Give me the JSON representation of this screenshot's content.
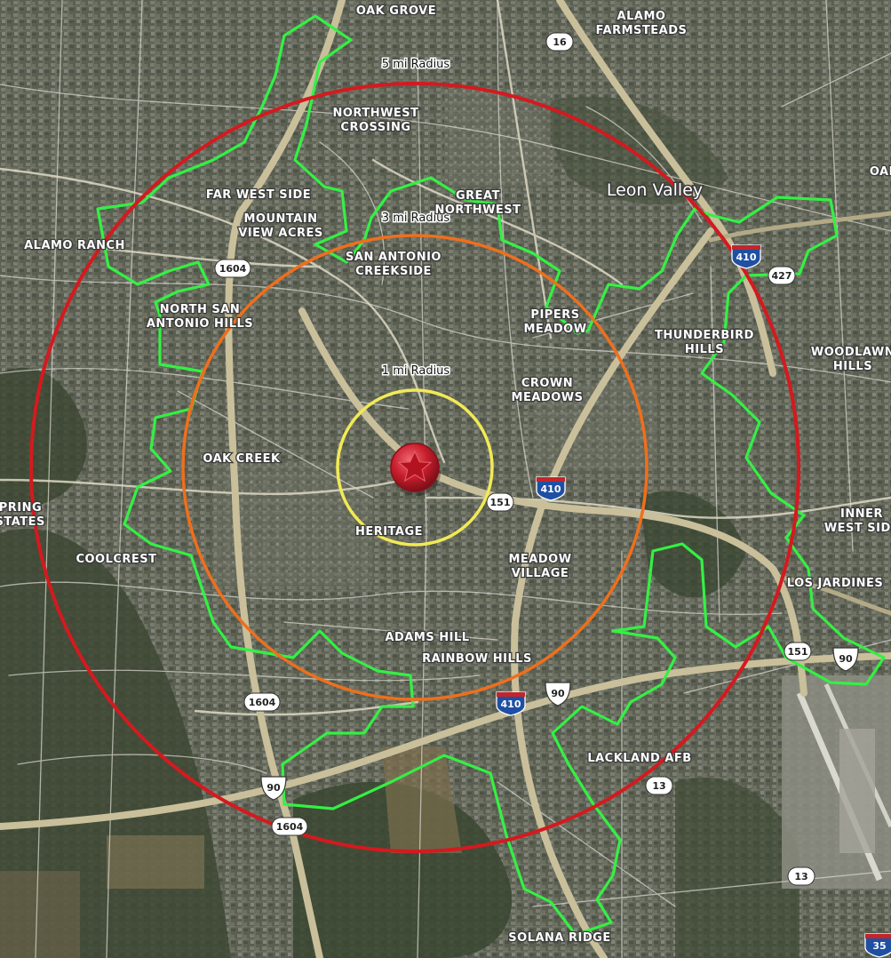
{
  "colors": {
    "top_bar": "#0c7a3c",
    "ring_1mi": "#f2ea55",
    "ring_3mi": "#ef6f1c",
    "ring_5mi": "#d41a1f",
    "boundary": "#34f044",
    "marker": "#c81e2d",
    "road": "#c9bf9b"
  },
  "marker": {
    "icon": "star-pin-icon"
  },
  "rings": [
    {
      "id": "1mi",
      "label": "1 mi Radius"
    },
    {
      "id": "3mi",
      "label": "3 mi Radius"
    },
    {
      "id": "5mi",
      "label": "5 mi Radius"
    }
  ],
  "city_labels": [
    {
      "text": "Leon Valley"
    }
  ],
  "area_labels": [
    {
      "lines": [
        "OAK GROVE"
      ]
    },
    {
      "lines": [
        "ALAMO",
        "FARMSTEADS"
      ]
    },
    {
      "lines": [
        "NORTHWEST",
        "CROSSING"
      ]
    },
    {
      "lines": [
        "FAR WEST SIDE"
      ]
    },
    {
      "lines": [
        "MOUNTAIN",
        "VIEW ACRES"
      ]
    },
    {
      "lines": [
        "GREAT",
        "NORTHWEST"
      ]
    },
    {
      "lines": [
        "ALAMO RANCH"
      ]
    },
    {
      "lines": [
        "SAN ANTONIO",
        "CREEKSIDE"
      ]
    },
    {
      "lines": [
        "NORTH SAN",
        "ANTONIO HILLS"
      ]
    },
    {
      "lines": [
        "PIPERS",
        "MEADOW"
      ]
    },
    {
      "lines": [
        "THUNDERBIRD",
        "HILLS"
      ]
    },
    {
      "lines": [
        "WOODLAWN",
        "HILLS"
      ]
    },
    {
      "lines": [
        "CROWN",
        "MEADOWS"
      ]
    },
    {
      "lines": [
        "OAK CREEK"
      ]
    },
    {
      "lines": [
        "HERITAGE"
      ]
    },
    {
      "lines": [
        "INNER",
        "WEST SIDE"
      ]
    },
    {
      "lines": [
        "SPRING",
        "ESTATES"
      ]
    },
    {
      "lines": [
        "COOLCREST"
      ]
    },
    {
      "lines": [
        "MEADOW",
        "VILLAGE"
      ]
    },
    {
      "lines": [
        "LOS JARDINES"
      ]
    },
    {
      "lines": [
        "ADAMS HILL"
      ]
    },
    {
      "lines": [
        "RAINBOW HILLS"
      ]
    },
    {
      "lines": [
        "LACKLAND AFB"
      ]
    },
    {
      "lines": [
        "SOLANA RIDGE"
      ]
    },
    {
      "lines": [
        "OAK"
      ]
    }
  ],
  "route_shields": [
    {
      "text": "16",
      "type": "state"
    },
    {
      "text": "410",
      "type": "interstate"
    },
    {
      "text": "427",
      "type": "state"
    },
    {
      "text": "1604",
      "type": "state"
    },
    {
      "text": "151",
      "type": "state"
    },
    {
      "text": "410",
      "type": "interstate"
    },
    {
      "text": "151",
      "type": "state"
    },
    {
      "text": "90",
      "type": "us"
    },
    {
      "text": "1604",
      "type": "state"
    },
    {
      "text": "410",
      "type": "interstate"
    },
    {
      "text": "90",
      "type": "us"
    },
    {
      "text": "13",
      "type": "state"
    },
    {
      "text": "90",
      "type": "us"
    },
    {
      "text": "1604",
      "type": "state"
    },
    {
      "text": "13",
      "type": "state"
    },
    {
      "text": "35",
      "type": "interstate"
    }
  ]
}
